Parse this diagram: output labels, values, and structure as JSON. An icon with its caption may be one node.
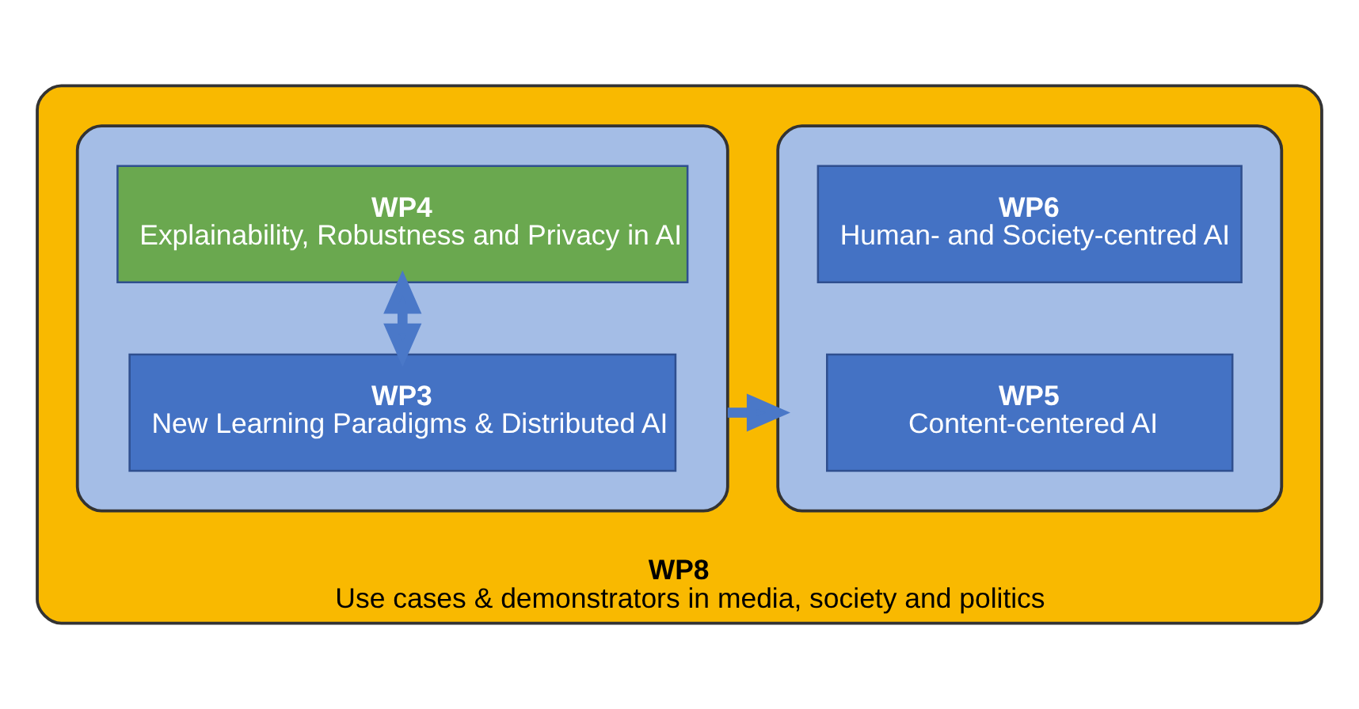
{
  "diagram": {
    "nodes": [
      {
        "text": [
          "WP8",
          "Use cases & demonstrators in media, society and politics"
        ]
      },
      {
        "text": [],
        "shape": "box",
        "in": 0
      },
      {
        "text": [
          "WP3",
          "New Learning Paradigms & Distributed AI"
        ],
        "in": 1
      },
      {
        "text": [
          "WP4",
          "Explainability, Robustness and Privacy in AI"
        ],
        "in": 1
      },
      {
        "text": [],
        "shape": "box",
        "in": 0
      },
      {
        "text": [
          "WP5",
          "Content-centered AI"
        ],
        "in": 4
      },
      {
        "text": [
          "WP6",
          "Human- and Society-centred AI"
        ],
        "in": 4
      }
    ],
    "edges": [
      {
        "from": 2,
        "to": 3,
        "arrow": "both"
      },
      {
        "from": 1,
        "to": 4,
        "arrow": "to"
      }
    ]
  }
}
